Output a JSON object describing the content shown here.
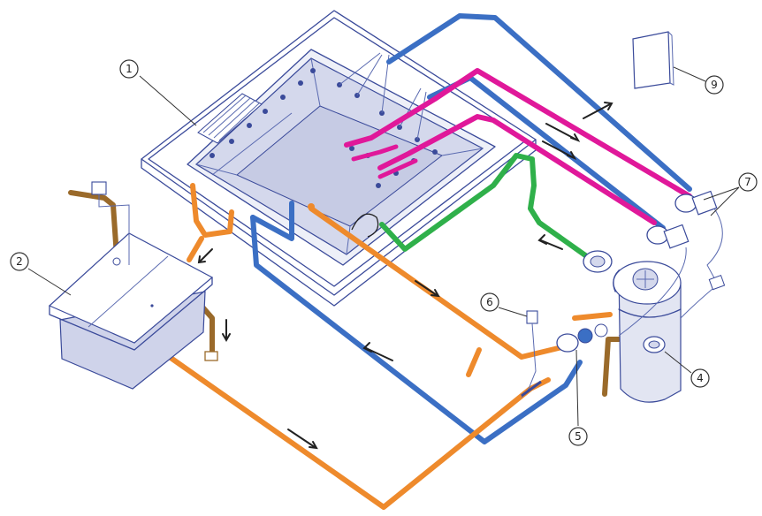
{
  "callouts": {
    "c1": "1",
    "c2": "2",
    "c4": "4",
    "c5": "5",
    "c6": "6",
    "c7": "7",
    "c9": "9"
  },
  "colors": {
    "outline": "#3a4a9a",
    "blue_pipe": "#3b6fc4",
    "magenta_pipe": "#e0189a",
    "green_pipe": "#2fb04a",
    "orange_pipe": "#ee8a2c",
    "brown_pipe": "#9a6a2a",
    "pool_water": "#d4d8ec",
    "tank_fill": "#cfd3ea"
  },
  "icons": [
    "pump-icon",
    "filter-icon",
    "control-box-icon",
    "sensor-icon",
    "flow-arrow-icon"
  ]
}
